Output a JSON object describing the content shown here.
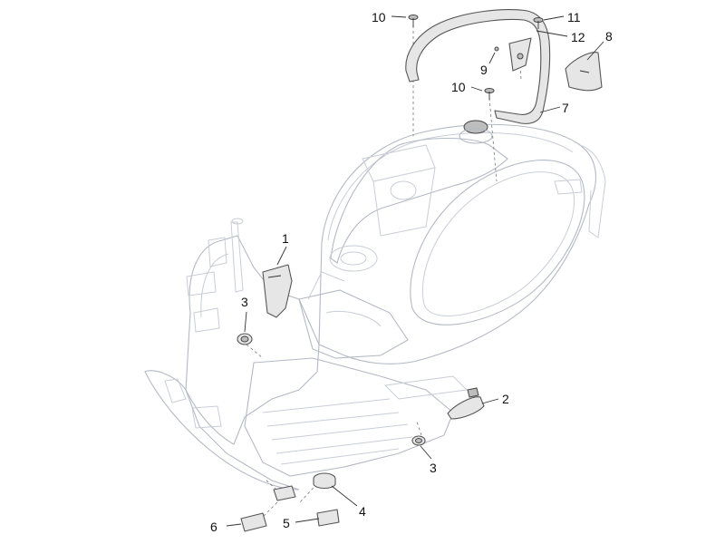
{
  "callouts": {
    "c1": "1",
    "c2": "2",
    "c3a": "3",
    "c3b": "3",
    "c4": "4",
    "c5": "5",
    "c6": "6",
    "c7": "7",
    "c8": "8",
    "c9": "9",
    "c10a": "10",
    "c10b": "10",
    "c11": "11",
    "c12": "12"
  }
}
